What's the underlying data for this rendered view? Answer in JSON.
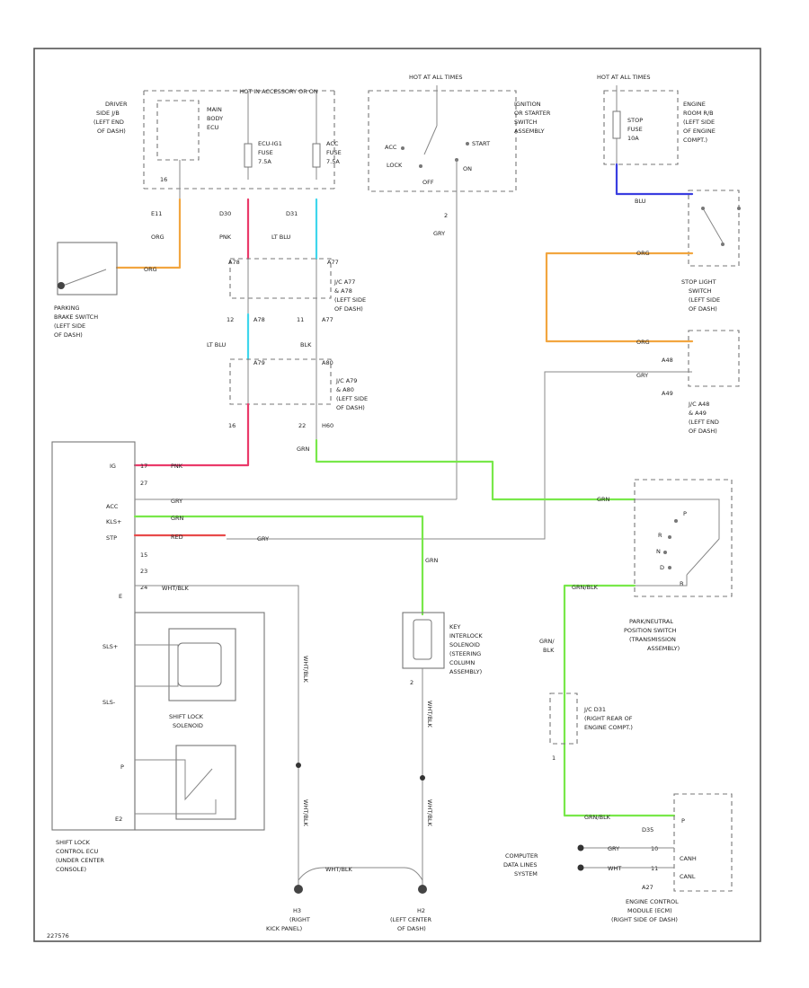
{
  "colors": {
    "pink": "#ea3a6a",
    "light_blue": "#3fd6ec",
    "orange": "#f2a640",
    "green": "#78e84a",
    "blue": "#3a3ee0",
    "red": "#e84a4a",
    "gray": "#888888"
  },
  "labels": {
    "hot_top": "HOT IN ACCESSORY OR ON",
    "hot_all_times_1": "HOT AT ALL TIMES",
    "hot_all_times_2": "HOT AT ALL TIMES",
    "driver_jb_1": "DRIVER",
    "driver_jb_2": "SIDE J/B",
    "driver_jb_3": "(LEFT END",
    "driver_jb_4": "OF DASH)",
    "main_body_1": "MAIN",
    "main_body_2": "BODY",
    "main_body_3": "ECU",
    "ecu_ig_fuse_1": "ECU-IG1",
    "ecu_ig_fuse_2": "FUSE",
    "ecu_ig_fuse_3": "7.5A",
    "acc_fuse_1": "ACC",
    "acc_fuse_2": "FUSE",
    "acc_fuse_3": "7.5A",
    "ign_switch_1": "IGNITION",
    "ign_switch_2": "OR STARTER",
    "ign_switch_3": "SWITCH",
    "ign_switch_4": "ASSEMBLY",
    "ign_acc": "ACC",
    "ign_lock": "LOCK",
    "ign_off": "OFF",
    "ign_start": "START",
    "ign_on": "ON",
    "ign_pin_am": "2",
    "stop_fuse_1": "STOP",
    "stop_fuse_2": "FUSE",
    "stop_fuse_3": "10A",
    "engine_rb_1": "ENGINE",
    "engine_rb_2": "ROOM R/B",
    "engine_rb_3": "(LEFT SIDE",
    "engine_rb_4": "OF ENGINE",
    "engine_rb_5": "COMPT.)",
    "w_blu": "BLU",
    "pin_16": "16",
    "pin_e11": "E11",
    "w_org_1": "ORG",
    "w_org_2": "ORG",
    "pin_d30": "D30",
    "pin_d31": "D31",
    "w_pnk": "PNK",
    "w_lt_blu_1": "LT BLU",
    "w_gry_ign": "GRY",
    "parking_brake_1": "PARKING",
    "parking_brake_2": "BRAKE SWITCH",
    "parking_brake_3": "(LEFT SIDE",
    "parking_brake_4": "OF DASH)",
    "jc_a77_1": "J/C A77",
    "jc_a77_2": "& A78",
    "jc_a77_3": "(LEFT SIDE",
    "jc_a77_4": "OF DASH)",
    "pin_a77_top": "A77",
    "pin_a78_top": "A78",
    "pin_a78": "A78",
    "pin_a77": "A77",
    "pin_12": "12",
    "pin_11": "11",
    "w_lt_blu_2": "LT BLU",
    "w_blk": "BLK",
    "jc_a79_1": "J/C A79",
    "jc_a79_2": "& A80",
    "jc_a79_3": "(LEFT SIDE",
    "jc_a79_4": "OF DASH)",
    "pin_a79": "A79",
    "pin_a80": "A80",
    "pin_16b": "16",
    "pin_22": "22",
    "pin_h60": "H60",
    "w_grn_1": "GRN",
    "stop_light_1": "STOP LIGHT",
    "stop_light_2": "SWITCH",
    "stop_light_3": "(LEFT SIDE",
    "stop_light_4": "OF DASH)",
    "w_org_3": "ORG",
    "w_org_4": "ORG",
    "w_gry_2": "GRY",
    "pin_a48": "A48",
    "pin_a49": "A49",
    "jc_a48_1": "J/C A48",
    "jc_a48_2": "& A49",
    "jc_a48_3": "(LEFT END",
    "jc_a48_4": "OF DASH)",
    "ecu_ig": "IG",
    "ecu_acc": "ACC",
    "ecu_kls": "KLS+",
    "ecu_stp": "STP",
    "ecu_e": "E",
    "ecu_sls_p": "SLS+",
    "ecu_sls_m": "SLS-",
    "ecu_p": "P",
    "ecu_e2": "E2",
    "pin_17": "17",
    "pin_27": "27",
    "pin_15": "15",
    "pin_23": "23",
    "pin_24": "24",
    "w_pnk_2": "PNK",
    "w_gry_3": "GRY",
    "w_grn_2": "GRN",
    "w_red": "RED",
    "w_gry_4": "GRY",
    "w_wht_blk_1": "WHT/BLK",
    "w_grn_3": "GRN",
    "w_grn_4": "GRN",
    "pin_e": "E",
    "key_interlock_1": "KEY",
    "key_interlock_2": "INTERLOCK",
    "key_interlock_3": "SOLENOID",
    "key_interlock_4": "(STEERING",
    "key_interlock_5": "COLUMN",
    "key_interlock_6": "ASSEMBLY)",
    "pin_2": "2",
    "pnp_1": "PARK/NEUTRAL",
    "pnp_2": "POSITION SWITCH",
    "pnp_3": "(TRANSMISSION",
    "pnp_4": "ASSEMBLY)",
    "pnp_p": "P",
    "pnp_r": "R",
    "pnp_n": "N",
    "pnp_d": "D",
    "pnp_b": "B",
    "w_grn_blk_1": "GRN/BLK",
    "w_grn_blk_2a": "GRN/",
    "w_grn_blk_2b": "BLK",
    "shift_lock_1": "SHIFT LOCK",
    "shift_lock_2": "SOLENOID",
    "jc_d31_1": "J/C D31",
    "jc_d31_2": "(RIGHT REAR OF",
    "jc_d31_3": "ENGINE COMPT.)",
    "pin_1": "1",
    "w_wht_blk_2": "WHT/BLK",
    "w_wht_blk_3": "WHT/BLK",
    "w_wht_blk_4": "WHT/BLK",
    "w_wht_blk_5": "WHT/BLK",
    "w_wht_blk_6": "WHT/BLK",
    "w_grn_blk_3": "GRN/BLK",
    "computer_1": "COMPUTER",
    "computer_2": "DATA LINES",
    "computer_3": "SYSTEM",
    "w_gry_5": "GRY",
    "w_wht": "WHT",
    "pin_d35": "D35",
    "pin_10": "10",
    "pin_11b": "11",
    "pin_a27": "A27",
    "can_h": "CANH",
    "can_l": "CANL",
    "ecm_p": "P",
    "ecm_1": "ENGINE CONTROL",
    "ecm_2": "MODULE (ECM)",
    "ecm_3": "(RIGHT SIDE OF DASH)",
    "shift_ecu_1": "SHIFT LOCK",
    "shift_ecu_2": "CONTROL ECU",
    "shift_ecu_3": "(UNDER CENTER",
    "shift_ecu_4": "CONSOLE)",
    "g_h3_1": "H3",
    "g_h3_2": "(RIGHT",
    "g_h3_3": "KICK PANEL)",
    "g_h2_1": "H2",
    "g_h2_2": "(LEFT CENTER",
    "g_h2_3": "OF DASH)",
    "footer_code": "227576"
  }
}
